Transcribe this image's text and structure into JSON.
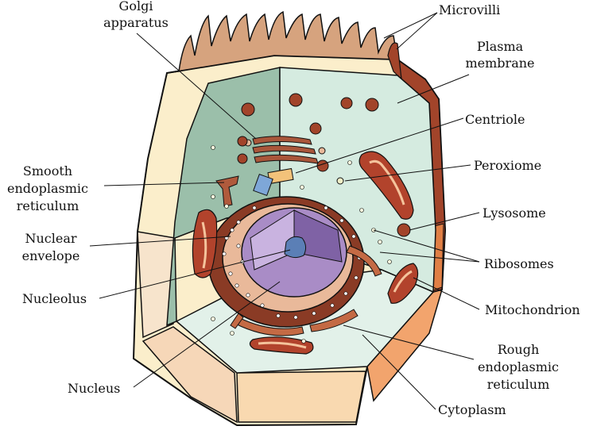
{
  "labels": {
    "golgi_line1": "Golgi",
    "golgi_line2": "apparatus",
    "microvilli": "Microvilli",
    "plasma_line1": "Plasma",
    "plasma_line2": "membrane",
    "centriole": "Centriole",
    "peroxiome": "Peroxiome",
    "smooth_er_line1": "Smooth",
    "smooth_er_line2": "endoplasmic",
    "smooth_er_line3": "reticulum",
    "lysosome": "Lysosome",
    "nuclear_env_line1": "Nuclear",
    "nuclear_env_line2": "envelope",
    "ribosomes": "Ribosomes",
    "nucleolus": "Nucleolus",
    "mitochondrion": "Mitochondrion",
    "rough_er_line1": "Rough",
    "rough_er_line2": "endoplasmic",
    "rough_er_line3": "reticulum",
    "nucleus": "Nucleus",
    "cytoplasm": "Cytoplasm"
  },
  "colors": {
    "outer_wall_light": "#fbeecb",
    "outer_wall_mid": "#f6d7b8",
    "outer_wall_orange": "#f2a46d",
    "membrane_brown": "#a2442a",
    "microvilli_tan": "#d6a37e",
    "cytoplasm_dark": "#9bbfaa",
    "cytoplasm_light": "#d5ebe0",
    "organelle_brown": "#8a3b25",
    "organelle_light": "#e9b99a",
    "nucleus_purple": "#a98cc6",
    "nucleolus_blue": "#5b7fb6"
  }
}
